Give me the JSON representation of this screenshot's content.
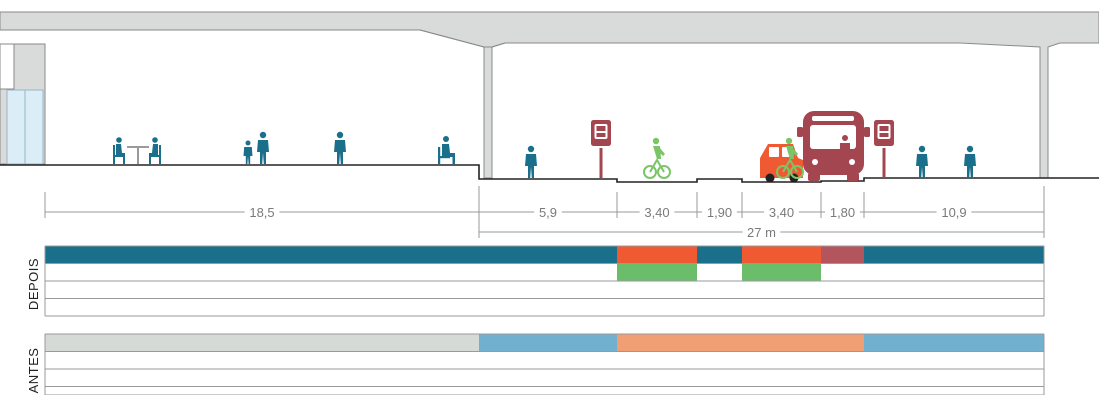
{
  "colors": {
    "structure_fill": "#d9dada",
    "structure_stroke": "#8a8a8a",
    "ground": "#222222",
    "pedestrian": "#1a6f8a",
    "cyclist": "#7bc567",
    "bus": "#a4464f",
    "car": "#ef5a33",
    "glass": "#dbeef8",
    "dimension": "#7a7a7a",
    "grid_line": "#9a9a9a"
  },
  "dimensions": {
    "segments": [
      "18,5",
      "5,9",
      "3,40",
      "1,90",
      "3,40",
      "1,80",
      "10,9"
    ],
    "total": "27 m"
  },
  "icons": [
    "table-with-chairs-icon",
    "family-pedestrians-icon",
    "pedestrian-icon",
    "seated-person-icon",
    "pedestrian-icon",
    "bus-stop-sign-icon",
    "cyclist-icon",
    "car-icon",
    "cyclist-icon",
    "bus-icon",
    "bus-stop-sign-icon",
    "pedestrian-icon",
    "pedestrian-icon"
  ],
  "tables": [
    {
      "label": "DEPOIS",
      "rows": [
        [
          "#1a6f8a",
          "#1a6f8a",
          "#ef5a33",
          "#1a6f8a",
          "#ef5a33",
          "#b4545d",
          "#1a6f8a"
        ],
        [
          "#ffffff",
          "#ffffff",
          "#6cbd6b",
          "#ffffff",
          "#6cbd6b",
          "#ffffff",
          "#ffffff"
        ],
        [
          "#ffffff",
          "#ffffff",
          "#ffffff",
          "#ffffff",
          "#ffffff",
          "#ffffff",
          "#ffffff"
        ],
        [
          "#ffffff",
          "#ffffff",
          "#ffffff",
          "#ffffff",
          "#ffffff",
          "#ffffff",
          "#ffffff"
        ]
      ]
    },
    {
      "label": "ANTES",
      "rows": [
        [
          "#d6dad7",
          "#72b0cf",
          "#f09f75",
          "#f09f75",
          "#f09f75",
          "#f09f75",
          "#72b0cf"
        ],
        [
          "#ffffff",
          "#ffffff",
          "#ffffff",
          "#ffffff",
          "#ffffff",
          "#ffffff",
          "#ffffff"
        ],
        [
          "#ffffff",
          "#ffffff",
          "#ffffff",
          "#ffffff",
          "#ffffff",
          "#ffffff",
          "#ffffff"
        ],
        [
          "#ffffff",
          "#ffffff",
          "#ffffff",
          "#ffffff",
          "#ffffff",
          "#ffffff",
          "#ffffff"
        ]
      ]
    }
  ]
}
